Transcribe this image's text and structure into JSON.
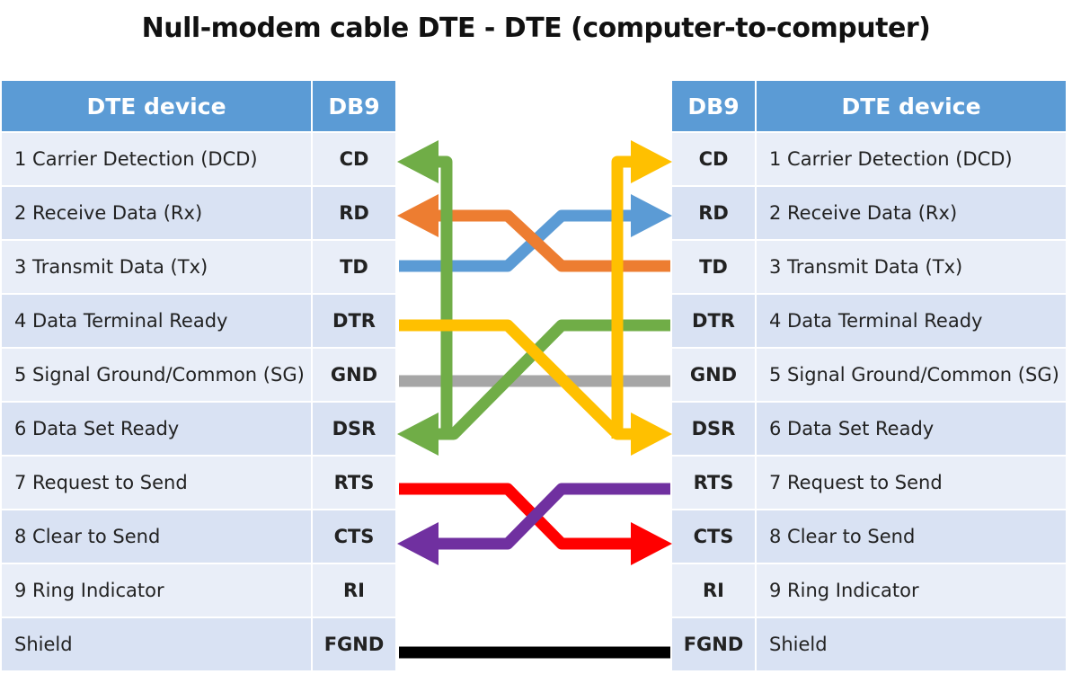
{
  "title": "Null-modem cable DTE - DTE (computer-to-computer)",
  "headers": {
    "device": "DTE device",
    "connector": "DB9"
  },
  "rows": [
    {
      "signal": "1 Carrier Detection (DCD)",
      "abbr": "CD"
    },
    {
      "signal": "2 Receive Data (Rx)",
      "abbr": "RD"
    },
    {
      "signal": "3 Transmit Data (Tx)",
      "abbr": "TD"
    },
    {
      "signal": "4 Data Terminal Ready",
      "abbr": "DTR"
    },
    {
      "signal": "5 Signal Ground/Common (SG)",
      "abbr": "GND"
    },
    {
      "signal": "6 Data Set Ready",
      "abbr": "DSR"
    },
    {
      "signal": "7 Request to Send",
      "abbr": "RTS"
    },
    {
      "signal": "8 Clear to Send",
      "abbr": "CTS"
    },
    {
      "signal": "9 Ring Indicator",
      "abbr": "RI"
    },
    {
      "signal": "Shield",
      "abbr": "FGND"
    }
  ],
  "wires": [
    {
      "name": "td-to-rd",
      "from": "left.TD",
      "to": "right.RD",
      "color": "#5b9bd5"
    },
    {
      "name": "rd-from-td",
      "from": "right.TD",
      "to": "left.RD",
      "color": "#ed7d31"
    },
    {
      "name": "dtr-to-dcd-dsr",
      "from": "left.DTR",
      "to": [
        "right.DSR",
        "right.CD"
      ],
      "color": "#ffc000"
    },
    {
      "name": "dtr-to-dcd-dsr-reverse",
      "from": "right.DTR",
      "to": [
        "left.DSR",
        "left.CD"
      ],
      "color": "#70ad47"
    },
    {
      "name": "ground",
      "from": "left.GND",
      "to": "right.GND",
      "color": "#a6a6a6"
    },
    {
      "name": "rts-to-cts",
      "from": "left.RTS",
      "to": "right.CTS",
      "color": "#ff0000"
    },
    {
      "name": "cts-from-rts",
      "from": "right.RTS",
      "to": "left.CTS",
      "color": "#7030a0"
    },
    {
      "name": "shield",
      "from": "left.FGND",
      "to": "right.FGND",
      "color": "#000000"
    }
  ]
}
